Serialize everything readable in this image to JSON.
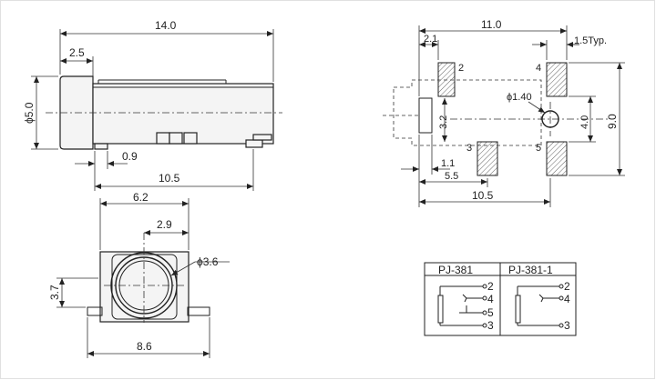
{
  "side_view": {
    "overall_length": "14.0",
    "flange_width": "2.5",
    "diameter": "ϕ5.0",
    "tab_offset": "0.9",
    "body_length": "10.5"
  },
  "front_view": {
    "width": "6.2",
    "center_offset": "2.9",
    "bore_diameter": "ϕ3.6",
    "height": "3.7",
    "foot_span": "8.6"
  },
  "footprint": {
    "pad_span": "11.0",
    "pad_offset": "2.1",
    "pad_width": "1.5Typ.",
    "hole_diameter": "ϕ1.40",
    "pad_gap_left": "3.2",
    "pad_gap_right": "4.0",
    "overall_height": "9.0",
    "small_offset": "1.1",
    "hole_offset": "5.5",
    "total_length": "10.5",
    "pad_labels": [
      "2",
      "4",
      "3",
      "5"
    ]
  },
  "schematic": {
    "models": [
      "PJ-381",
      "PJ-381-1"
    ],
    "pins_left": [
      "2",
      "4",
      "5",
      "3"
    ],
    "pins_right": [
      "2",
      "4",
      "3"
    ]
  },
  "colors": {
    "line": "#222222",
    "hatch": "#666666"
  }
}
